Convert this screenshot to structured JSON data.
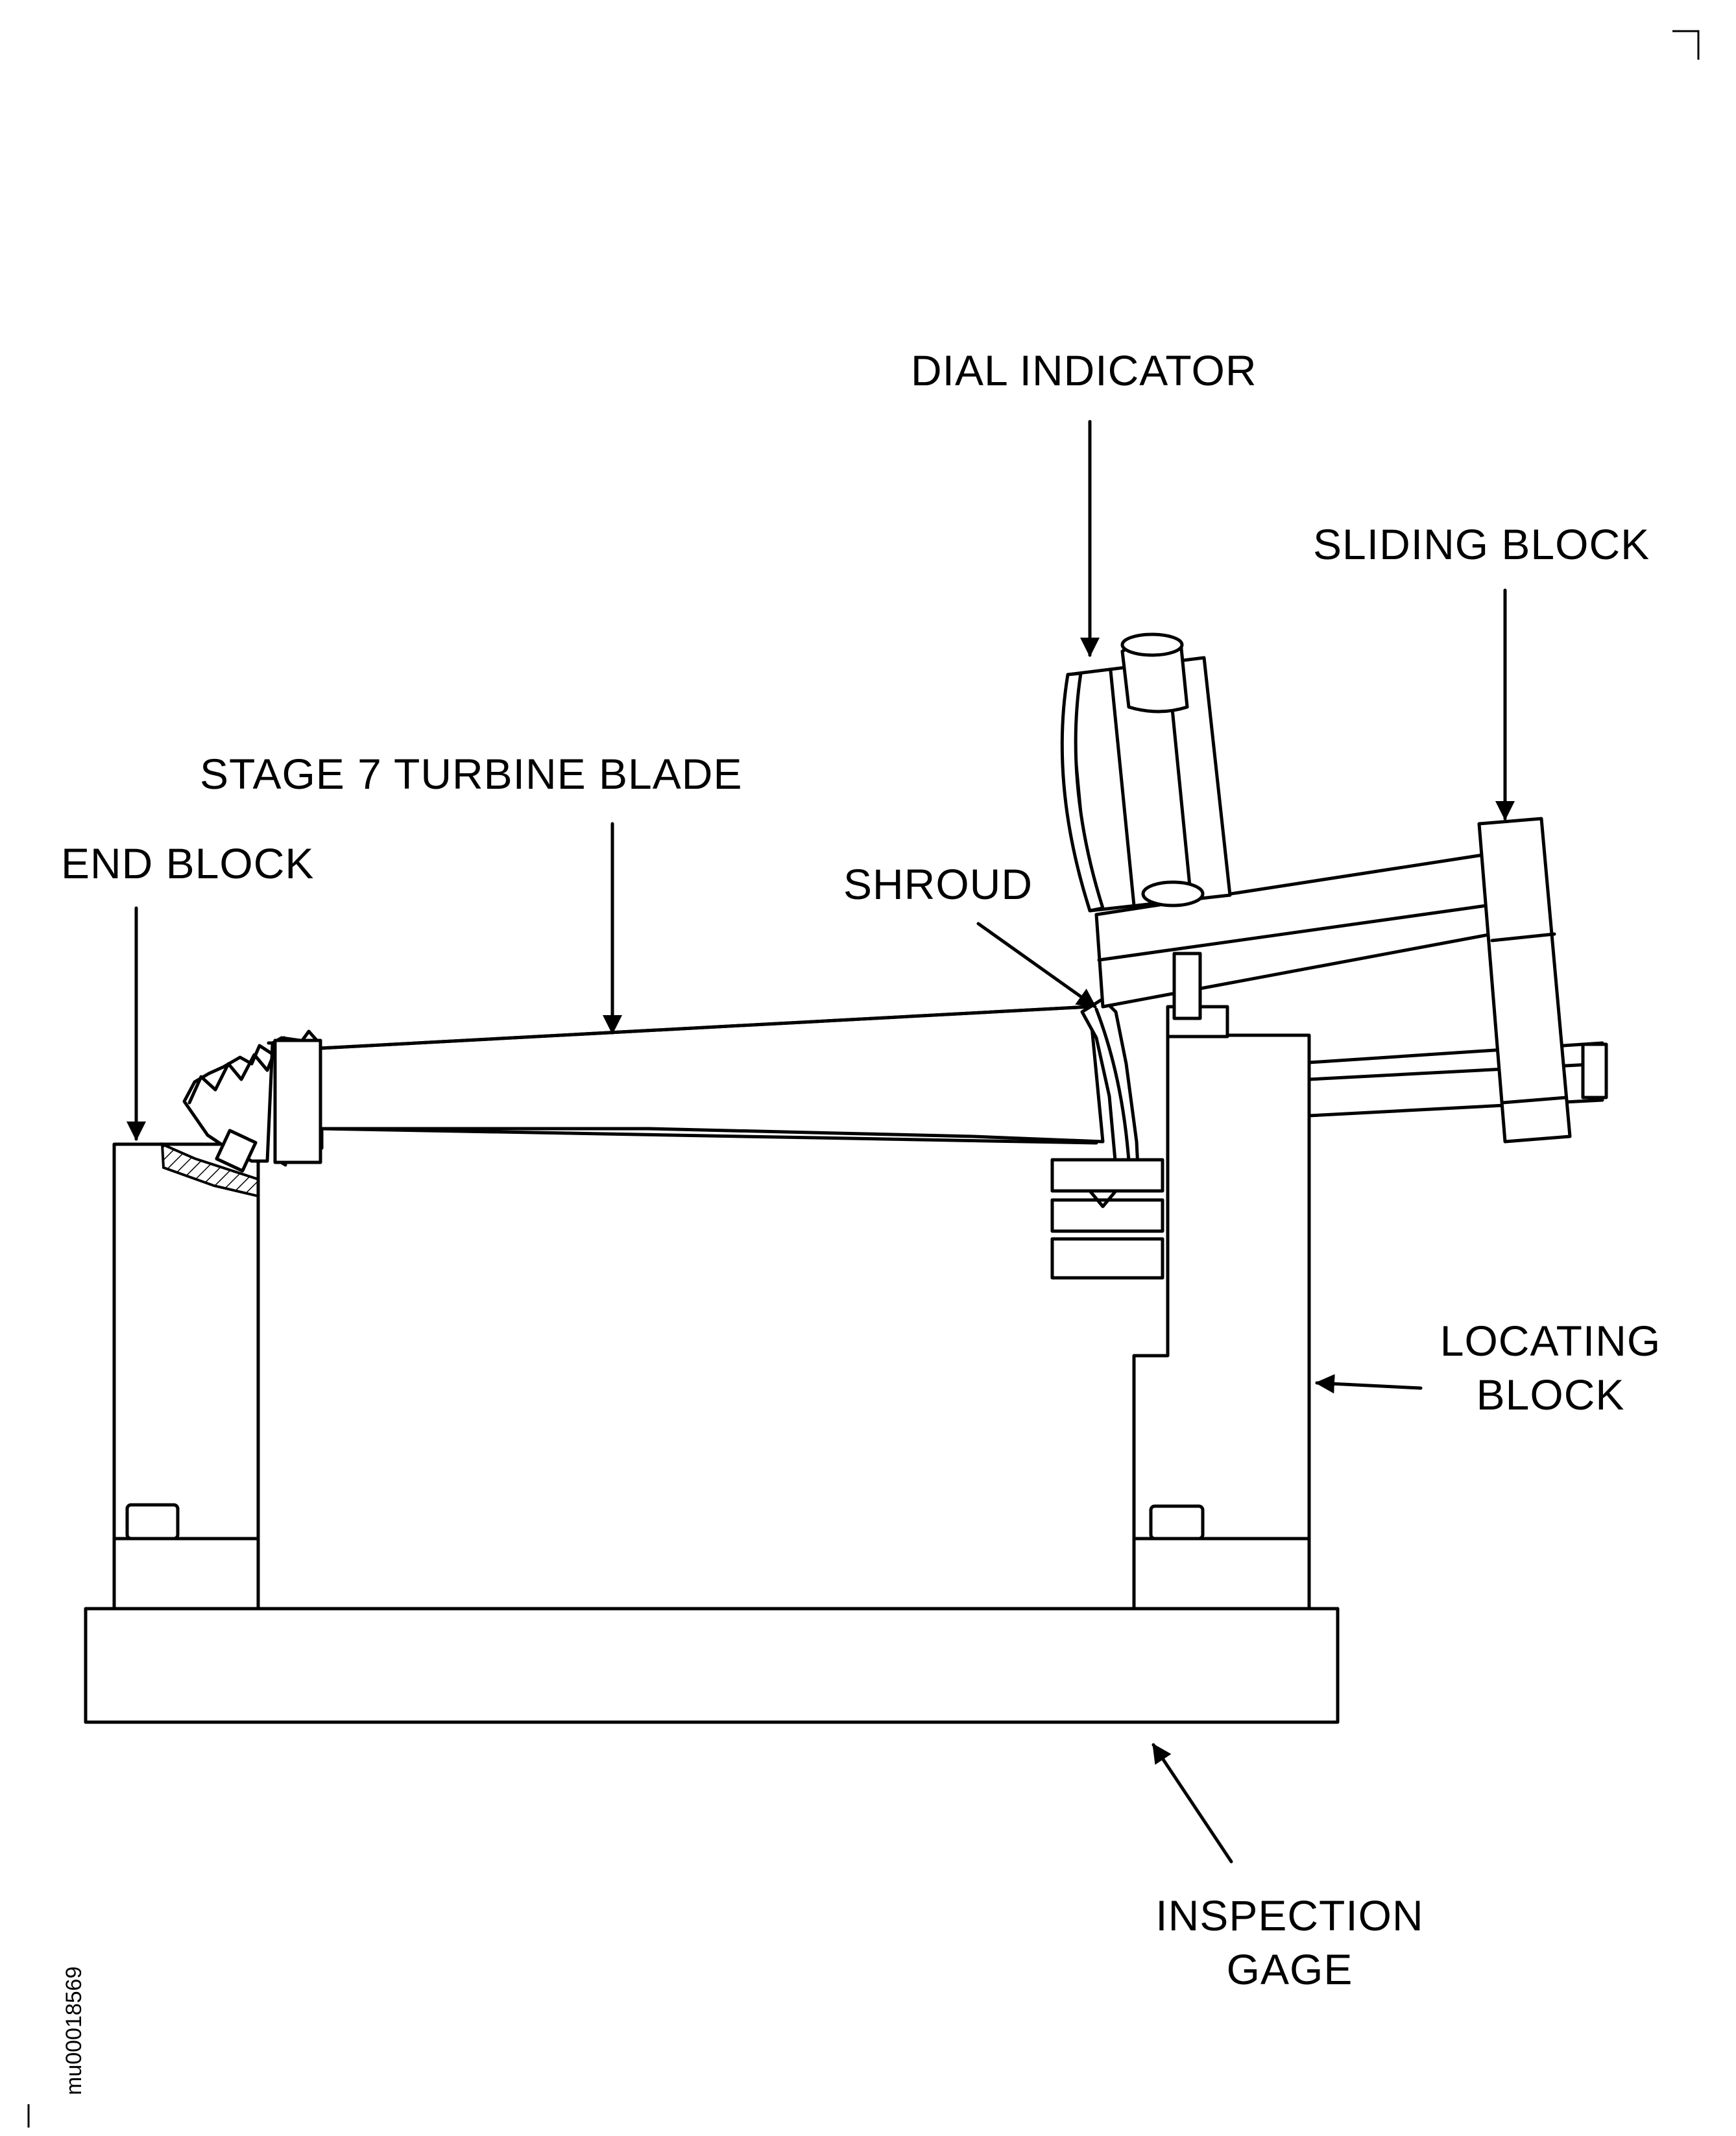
{
  "labels": {
    "dial_indicator": "DIAL INDICATOR",
    "sliding_block": "SLIDING BLOCK",
    "turbine_blade": "STAGE 7 TURBINE BLADE",
    "end_block": "END BLOCK",
    "shroud": "SHROUD",
    "locating_block_line1": "LOCATING",
    "locating_block_line2": "BLOCK",
    "inspection_gage_line1": "INSPECTION",
    "inspection_gage_line2": "GAGE"
  },
  "figure_id": "mu00018569"
}
